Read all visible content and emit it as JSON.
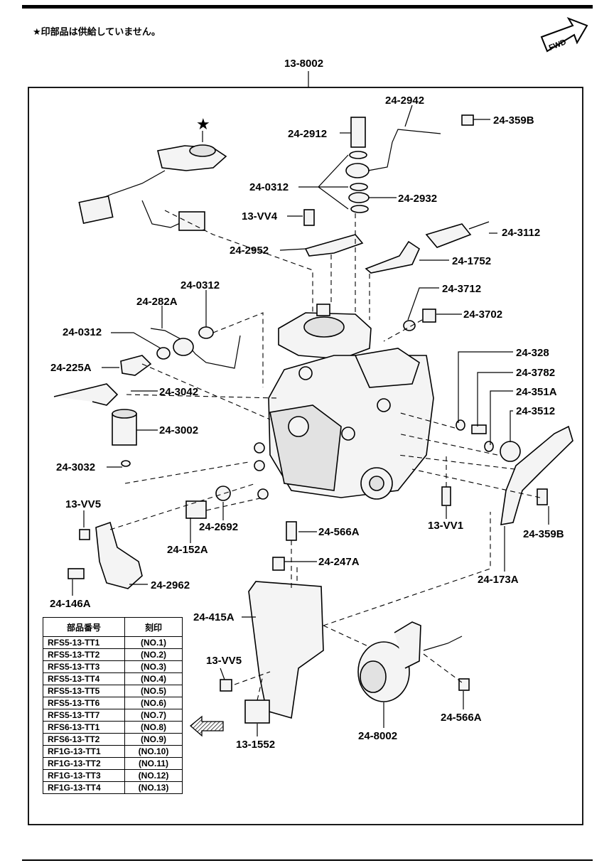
{
  "note": "★印部品は供給していません。",
  "fwd_label": "FWD",
  "star_mark": "★",
  "assembly_label": "13-8002",
  "labels": {
    "p24_2942": "24-2942",
    "p24_359B_top": "24-359B",
    "p24_2912": "24-2912",
    "p24_0312_a": "24-0312",
    "p24_2932": "24-2932",
    "p13_VV4": "13-VV4",
    "p24_3112": "24-3112",
    "p24_2952": "24-2952",
    "p24_1752": "24-1752",
    "p24_0312_b": "24-0312",
    "p24_3712": "24-3712",
    "p24_282A": "24-282A",
    "p24_3702": "24-3702",
    "p24_0312_c": "24-0312",
    "p24_328": "24-328",
    "p24_225A": "24-225A",
    "p24_3782": "24-3782",
    "p24_3042": "24-3042",
    "p24_351A": "24-351A",
    "p24_3512": "24-3512",
    "p24_3002": "24-3002",
    "p24_3032": "24-3032",
    "p13_VV5_a": "13-VV5",
    "p24_2692": "24-2692",
    "p24_566A_a": "24-566A",
    "p13_VV1": "13-VV1",
    "p24_152A": "24-152A",
    "p24_359B_bot": "24-359B",
    "p24_247A": "24-247A",
    "p24_2962": "24-2962",
    "p24_173A": "24-173A",
    "p24_146A": "24-146A",
    "p24_415A": "24-415A",
    "p13_VV5_b": "13-VV5",
    "p24_566A_b": "24-566A",
    "p24_8002": "24-8002",
    "p13_1552": "13-1552"
  },
  "table": {
    "header_part": "部品番号",
    "header_mark": "刻印",
    "rows": [
      {
        "part": "RFS5-13-TT1",
        "mark": "(NO.1)"
      },
      {
        "part": "RFS5-13-TT2",
        "mark": "(NO.2)"
      },
      {
        "part": "RFS5-13-TT3",
        "mark": "(NO.3)"
      },
      {
        "part": "RFS5-13-TT4",
        "mark": "(NO.4)"
      },
      {
        "part": "RFS5-13-TT5",
        "mark": "(NO.5)"
      },
      {
        "part": "RFS5-13-TT6",
        "mark": "(NO.6)"
      },
      {
        "part": "RFS5-13-TT7",
        "mark": "(NO.7)"
      },
      {
        "part": "RFS6-13-TT1",
        "mark": "(NO.8)"
      },
      {
        "part": "RFS6-13-TT2",
        "mark": "(NO.9)"
      },
      {
        "part": "RF1G-13-TT1",
        "mark": "(NO.10)"
      },
      {
        "part": "RF1G-13-TT2",
        "mark": "(NO.11)"
      },
      {
        "part": "RF1G-13-TT3",
        "mark": "(NO.12)"
      },
      {
        "part": "RF1G-13-TT4",
        "mark": "(NO.13)"
      }
    ]
  }
}
